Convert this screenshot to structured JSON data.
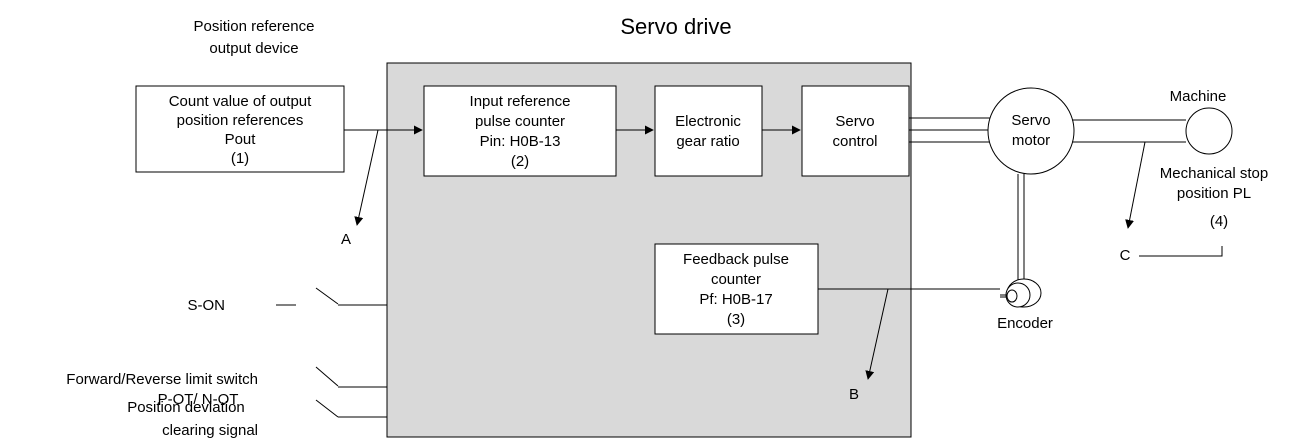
{
  "title": "Servo drive",
  "position_ref_device": [
    "Position reference",
    "output device"
  ],
  "output_box": [
    "Count value of output",
    "position references",
    "Pout",
    "(1)"
  ],
  "input_counter_box": [
    "Input reference",
    "pulse counter",
    "Pin: H0B-13",
    "(2)"
  ],
  "gear_box": [
    "Electronic",
    "gear ratio"
  ],
  "servo_control_box": [
    "Servo",
    "control"
  ],
  "feedback_box": [
    "Feedback pulse",
    "counter",
    "Pf: H0B-17",
    "(3)"
  ],
  "servo_motor": [
    "Servo",
    "motor"
  ],
  "machine": "Machine",
  "mech_stop": [
    "Mechanical stop",
    "position PL",
    "(4)"
  ],
  "encoder": "Encoder",
  "points": {
    "a": "A",
    "b": "B",
    "c": "C"
  },
  "signals": {
    "s_on": "S-ON",
    "limit": [
      "Forward/Reverse limit switch",
      "P-OT/ N-OT"
    ],
    "clear": [
      "Position deviation",
      "clearing signal"
    ]
  },
  "colors": {
    "drive_fill": "#d9d9d9",
    "line": "#000000"
  }
}
